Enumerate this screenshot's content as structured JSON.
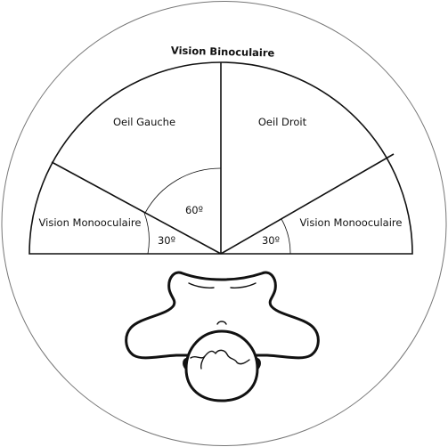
{
  "diagram": {
    "title": "Vision Binoculaire",
    "regions": {
      "left_eye": "Oeil Gauche",
      "right_eye": "Oeil Droit",
      "left_monocular": "Vision Monooculaire",
      "right_monocular": "Vision Monooculaire"
    },
    "angles": {
      "central": "60º",
      "left_mono": "30º",
      "right_mono": "30º"
    },
    "colors": {
      "stroke": "#111111",
      "background": "#ffffff",
      "circle": "#777777"
    }
  }
}
